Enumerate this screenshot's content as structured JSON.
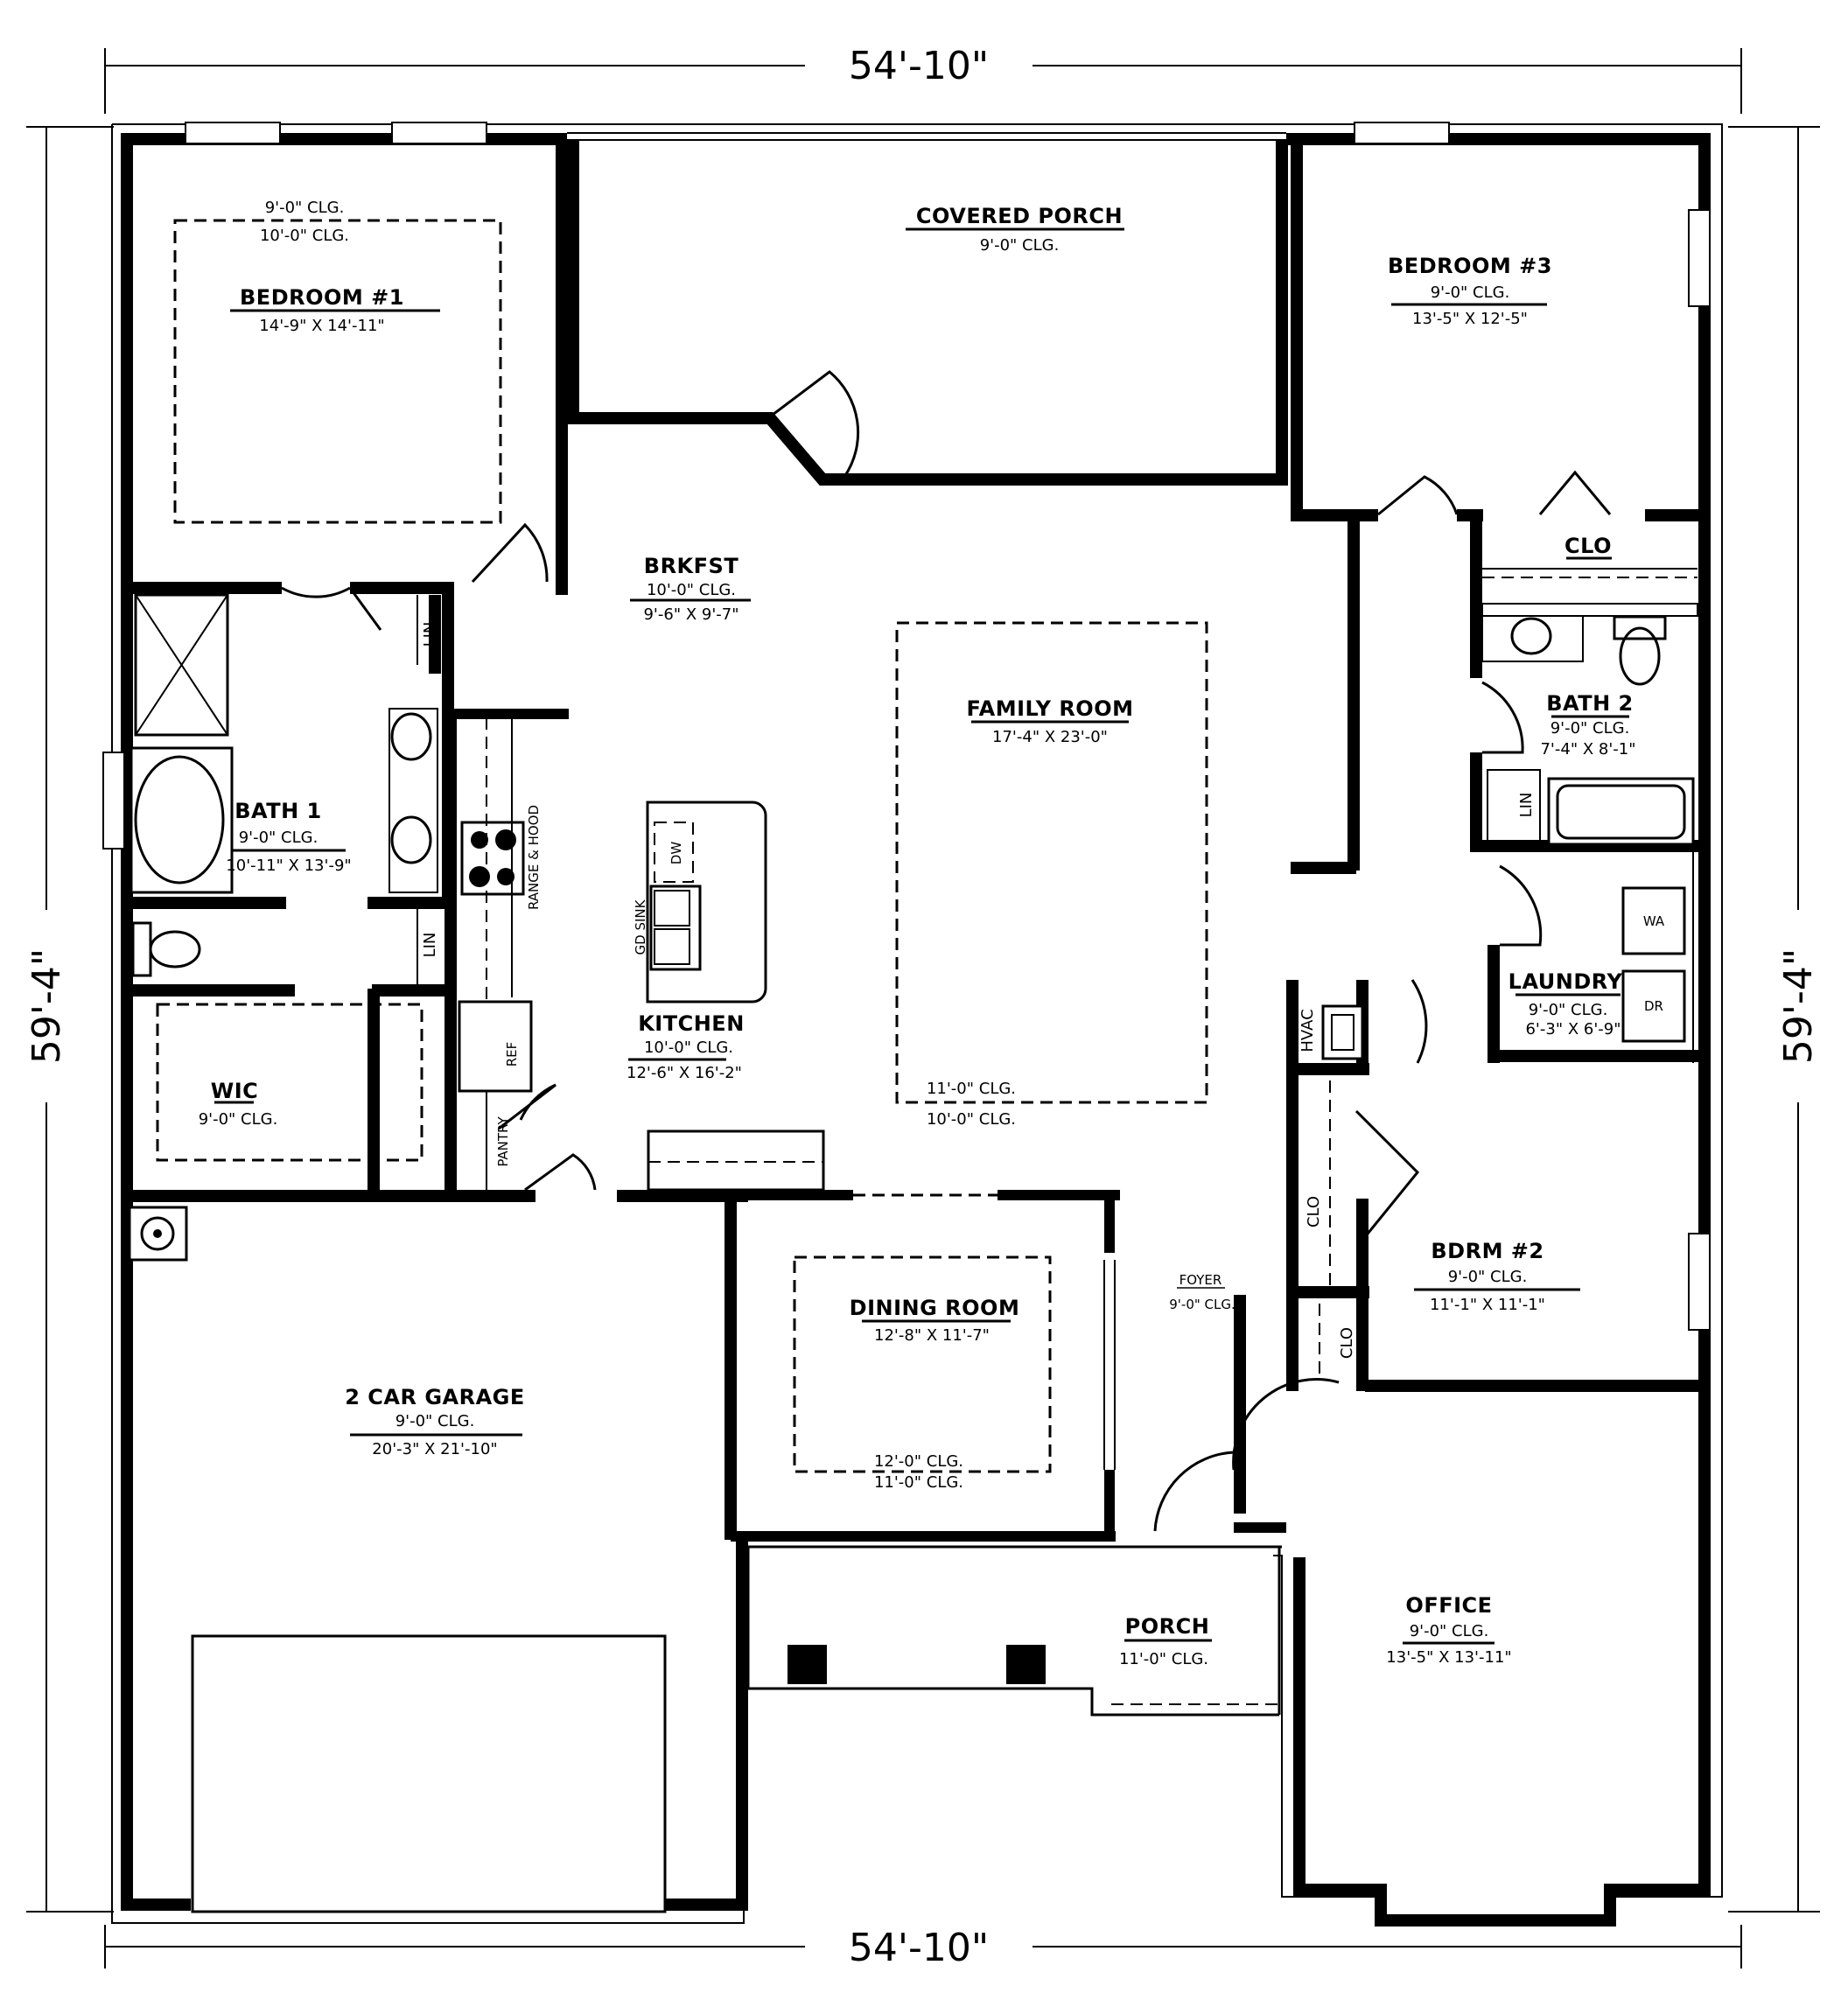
{
  "plan": {
    "dimensions": {
      "top_width": "54'-10\"",
      "bottom_width": "54'-10\"",
      "left_depth": "59'-4\"",
      "right_depth": "59'-4\""
    },
    "rooms": {
      "bedroom1": {
        "name": "BEDROOM #1",
        "size": "14'-9\" X 14'-11\"",
        "ceiling_outer": "9'-0\" CLG.",
        "ceiling_inner": "10'-0\" CLG."
      },
      "covered_porch": {
        "name": "COVERED PORCH",
        "ceiling": "9'-0\" CLG."
      },
      "bedroom3": {
        "name": "BEDROOM #3",
        "ceiling": "9'-0\" CLG.",
        "size": "13'-5\" X 12'-5\""
      },
      "brkfst": {
        "name": "BRKFST",
        "ceiling": "10'-0\" CLG.",
        "size": "9'-6\" X 9'-7\""
      },
      "family_room": {
        "name": "FAMILY ROOM",
        "size": "17'-4\" X 23'-0\"",
        "ceiling_inner": "11'-0\" CLG.",
        "ceiling_outer": "10'-0\" CLG."
      },
      "bath1": {
        "name": "BATH 1",
        "ceiling": "9'-0\" CLG.",
        "size": "10'-11\" X 13'-9\""
      },
      "wic": {
        "name": "WIC",
        "ceiling": "9'-0\" CLG."
      },
      "kitchen": {
        "name": "KITCHEN",
        "ceiling": "10'-0\" CLG.",
        "size": "12'-6\" X 16'-2\""
      },
      "bath2": {
        "name": "BATH 2",
        "ceiling": "9'-0\" CLG.",
        "size": "7'-4\" X 8'-1\""
      },
      "laundry": {
        "name": "LAUNDRY",
        "ceiling": "9'-0\" CLG.",
        "size": "6'-3\" X 6'-9\""
      },
      "bdrm2": {
        "name": "BDRM #2",
        "ceiling": "9'-0\" CLG.",
        "size": "11'-1\" X 11'-1\""
      },
      "foyer": {
        "name": "FOYER",
        "ceiling": "9'-0\" CLG."
      },
      "dining_room": {
        "name": "DINING ROOM",
        "size": "12'-8\" X 11'-7\"",
        "ceiling_inner": "12'-0\" CLG.",
        "ceiling_outer": "11'-0\" CLG."
      },
      "garage": {
        "name": "2 CAR GARAGE",
        "ceiling": "9'-0\" CLG.",
        "size": "20'-3\" X 21'-10\""
      },
      "porch": {
        "name": "PORCH",
        "ceiling": "11'-0\" CLG."
      },
      "office": {
        "name": "OFFICE",
        "ceiling": "9'-0\" CLG.",
        "size": "13'-5\" X 13'-11\""
      }
    },
    "fixtures": {
      "clo": "CLO",
      "lin": "LIN",
      "pantry": "PANTRY",
      "hvac": "HVAC",
      "range_hood": "RANGE & HOOD",
      "ref": "REF",
      "dw": "DW",
      "gd_sink": "GD SINK",
      "washer": "WA",
      "dryer": "DR"
    }
  }
}
